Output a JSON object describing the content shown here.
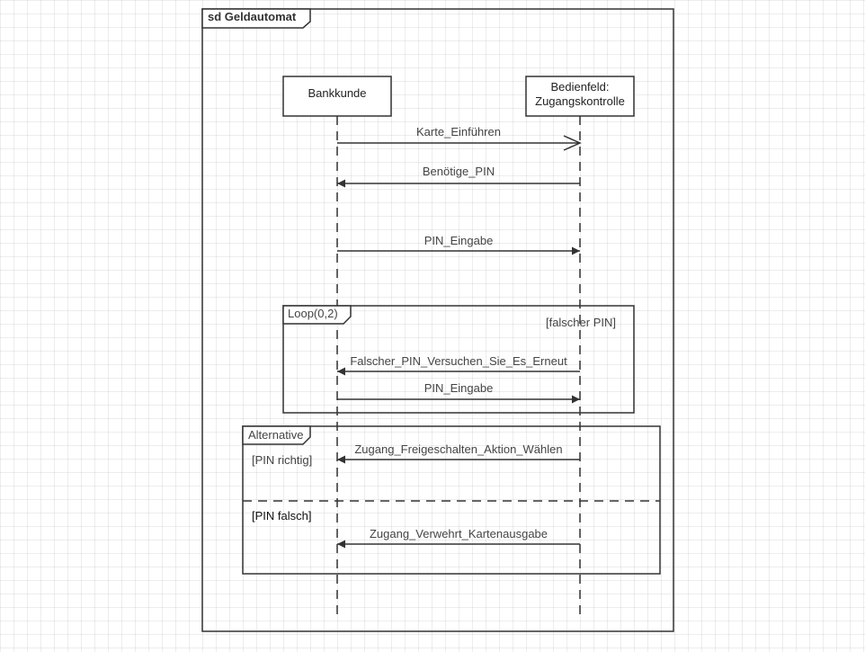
{
  "diagram": {
    "title": "sd Geldautomat",
    "lifelines": {
      "customer": "Bankkunde",
      "panel_line1": "Bedienfeld:",
      "panel_line2": "Zugangskontrolle"
    },
    "messages": {
      "m1": "Karte_Einführen",
      "m2": "Benötige_PIN",
      "m3": "PIN_Eingabe",
      "m4": "Falscher_PIN_Versuchen_Sie_Es_Erneut",
      "m5": "PIN_Eingabe",
      "m6": "Zugang_Freigeschalten_Aktion_Wählen",
      "m7": "Zugang_Verwehrt_Kartenausgabe"
    },
    "loop": {
      "label": "Loop(0,2)",
      "guard": "[falscher PIN]"
    },
    "alt": {
      "label": "Alternative",
      "guard1": "[PIN richtig]",
      "guard2": "[PIN falsch]"
    }
  }
}
